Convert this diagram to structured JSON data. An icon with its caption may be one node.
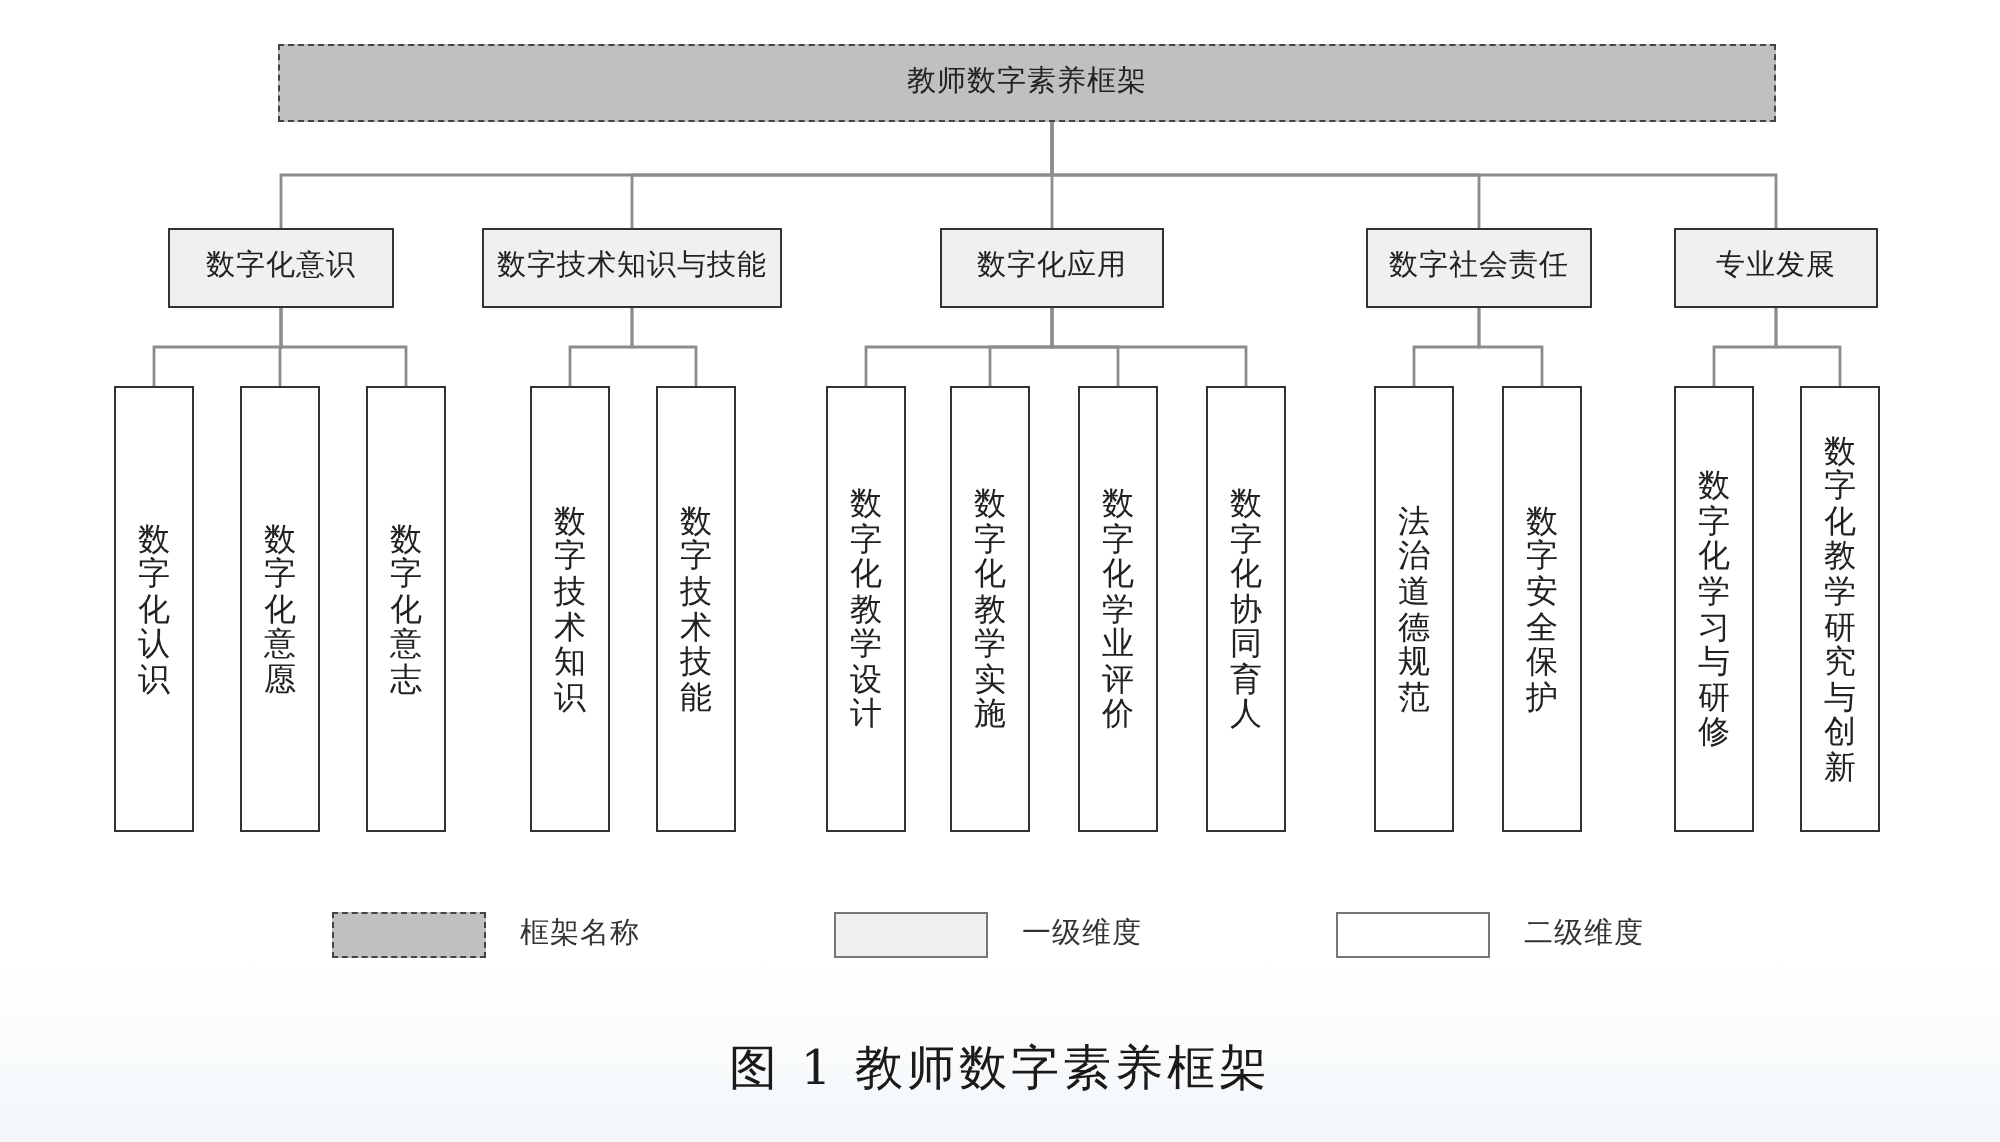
{
  "diagram": {
    "caption": "图 1 教师数字素养框架",
    "nodes": [
      {
        "text": [
          "教师数字素养框架"
        ]
      },
      {
        "text": [
          "数字化意识"
        ]
      },
      {
        "text": [
          "数字技术知识与技能"
        ]
      },
      {
        "text": [
          "数字化应用"
        ]
      },
      {
        "text": [
          "数字社会责任"
        ]
      },
      {
        "text": [
          "专业发展"
        ]
      },
      {
        "text": [
          "数字化认识"
        ]
      },
      {
        "text": [
          "数字化意愿"
        ]
      },
      {
        "text": [
          "数字化意志"
        ]
      },
      {
        "text": [
          "数字技术知识"
        ]
      },
      {
        "text": [
          "数字技术技能"
        ]
      },
      {
        "text": [
          "数字化教学设计"
        ]
      },
      {
        "text": [
          "数字化教学实施"
        ]
      },
      {
        "text": [
          "数字化学业评价"
        ]
      },
      {
        "text": [
          "数字化协同育人"
        ]
      },
      {
        "text": [
          "法治道德规范"
        ]
      },
      {
        "text": [
          "数字安全保护"
        ]
      },
      {
        "text": [
          "数字化学习与研修"
        ]
      },
      {
        "text": [
          "数字化教学研究与创新"
        ]
      }
    ],
    "edges": [
      {
        "from": 0,
        "to": 1,
        "arrow": "none"
      },
      {
        "from": 0,
        "to": 2,
        "arrow": "none"
      },
      {
        "from": 0,
        "to": 3,
        "arrow": "none"
      },
      {
        "from": 0,
        "to": 4,
        "arrow": "none"
      },
      {
        "from": 0,
        "to": 5,
        "arrow": "none"
      },
      {
        "from": 1,
        "to": 6,
        "arrow": "none"
      },
      {
        "from": 1,
        "to": 7,
        "arrow": "none"
      },
      {
        "from": 1,
        "to": 8,
        "arrow": "none"
      },
      {
        "from": 2,
        "to": 9,
        "arrow": "none"
      },
      {
        "from": 2,
        "to": 10,
        "arrow": "none"
      },
      {
        "from": 3,
        "to": 11,
        "arrow": "none"
      },
      {
        "from": 3,
        "to": 12,
        "arrow": "none"
      },
      {
        "from": 3,
        "to": 13,
        "arrow": "none"
      },
      {
        "from": 3,
        "to": 14,
        "arrow": "none"
      },
      {
        "from": 4,
        "to": 15,
        "arrow": "none"
      },
      {
        "from": 4,
        "to": 16,
        "arrow": "none"
      },
      {
        "from": 5,
        "to": 17,
        "arrow": "none"
      },
      {
        "from": 5,
        "to": 18,
        "arrow": "none"
      }
    ],
    "legend": [
      {
        "text": "框架名称",
        "color": "#c0c0c0"
      },
      {
        "text": "一级维度",
        "color": "#f0f0f0"
      },
      {
        "text": "二级维度",
        "color": "#ffffff"
      }
    ]
  }
}
